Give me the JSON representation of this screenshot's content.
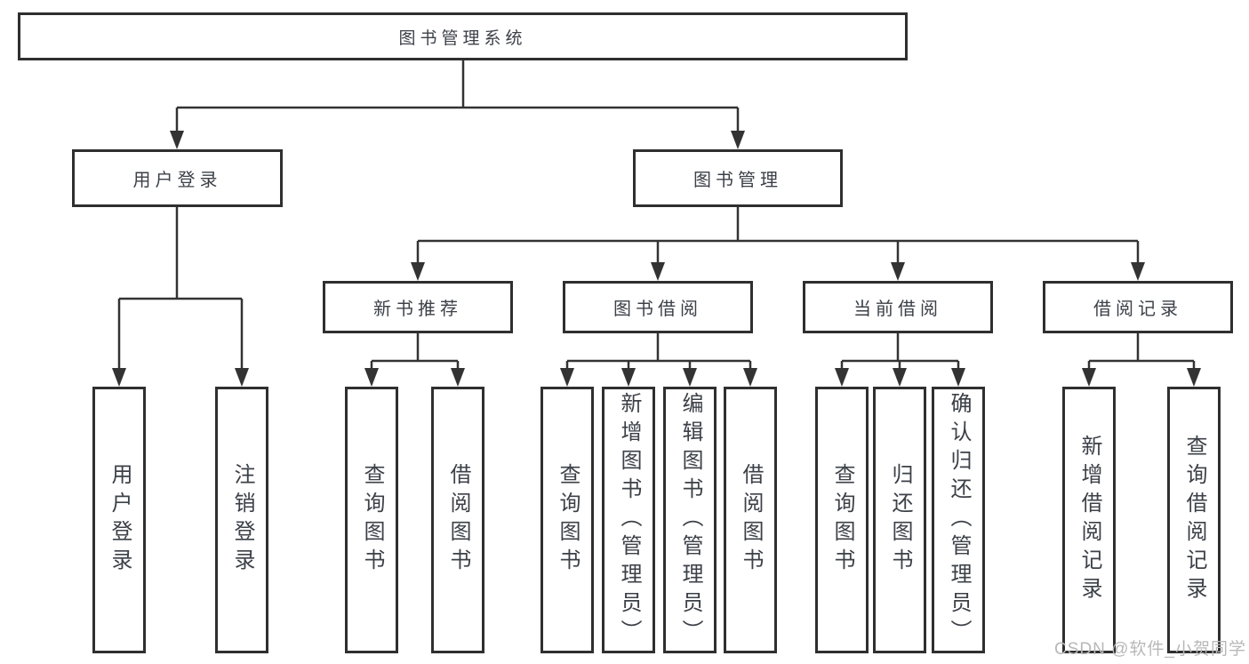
{
  "diagram": {
    "root": {
      "label": "图书管理系统"
    },
    "branches": [
      {
        "label": "用户登录",
        "children": [
          "用户登录",
          "注销登录"
        ]
      },
      {
        "label": "图书管理",
        "subgroups": [
          {
            "label": "新书推荐",
            "children": [
              "查询图书",
              "借阅图书"
            ]
          },
          {
            "label": "图书借阅",
            "children": [
              "查询图书",
              "新增图书（管理员）",
              "编辑图书（管理员）",
              "借阅图书"
            ]
          },
          {
            "label": "当前借阅",
            "children": [
              "查询图书",
              "归还图书",
              "确认归还（管理员）"
            ]
          },
          {
            "label": "借阅记录",
            "children": [
              "新增借阅记录",
              "查询借阅记录"
            ]
          }
        ]
      }
    ]
  },
  "watermark": "CSDN @软件_小贺同学",
  "colors": {
    "line": "#333333",
    "border": "#2f2f2f",
    "text": "#3c4148",
    "watermark": "#b8b8b8"
  }
}
